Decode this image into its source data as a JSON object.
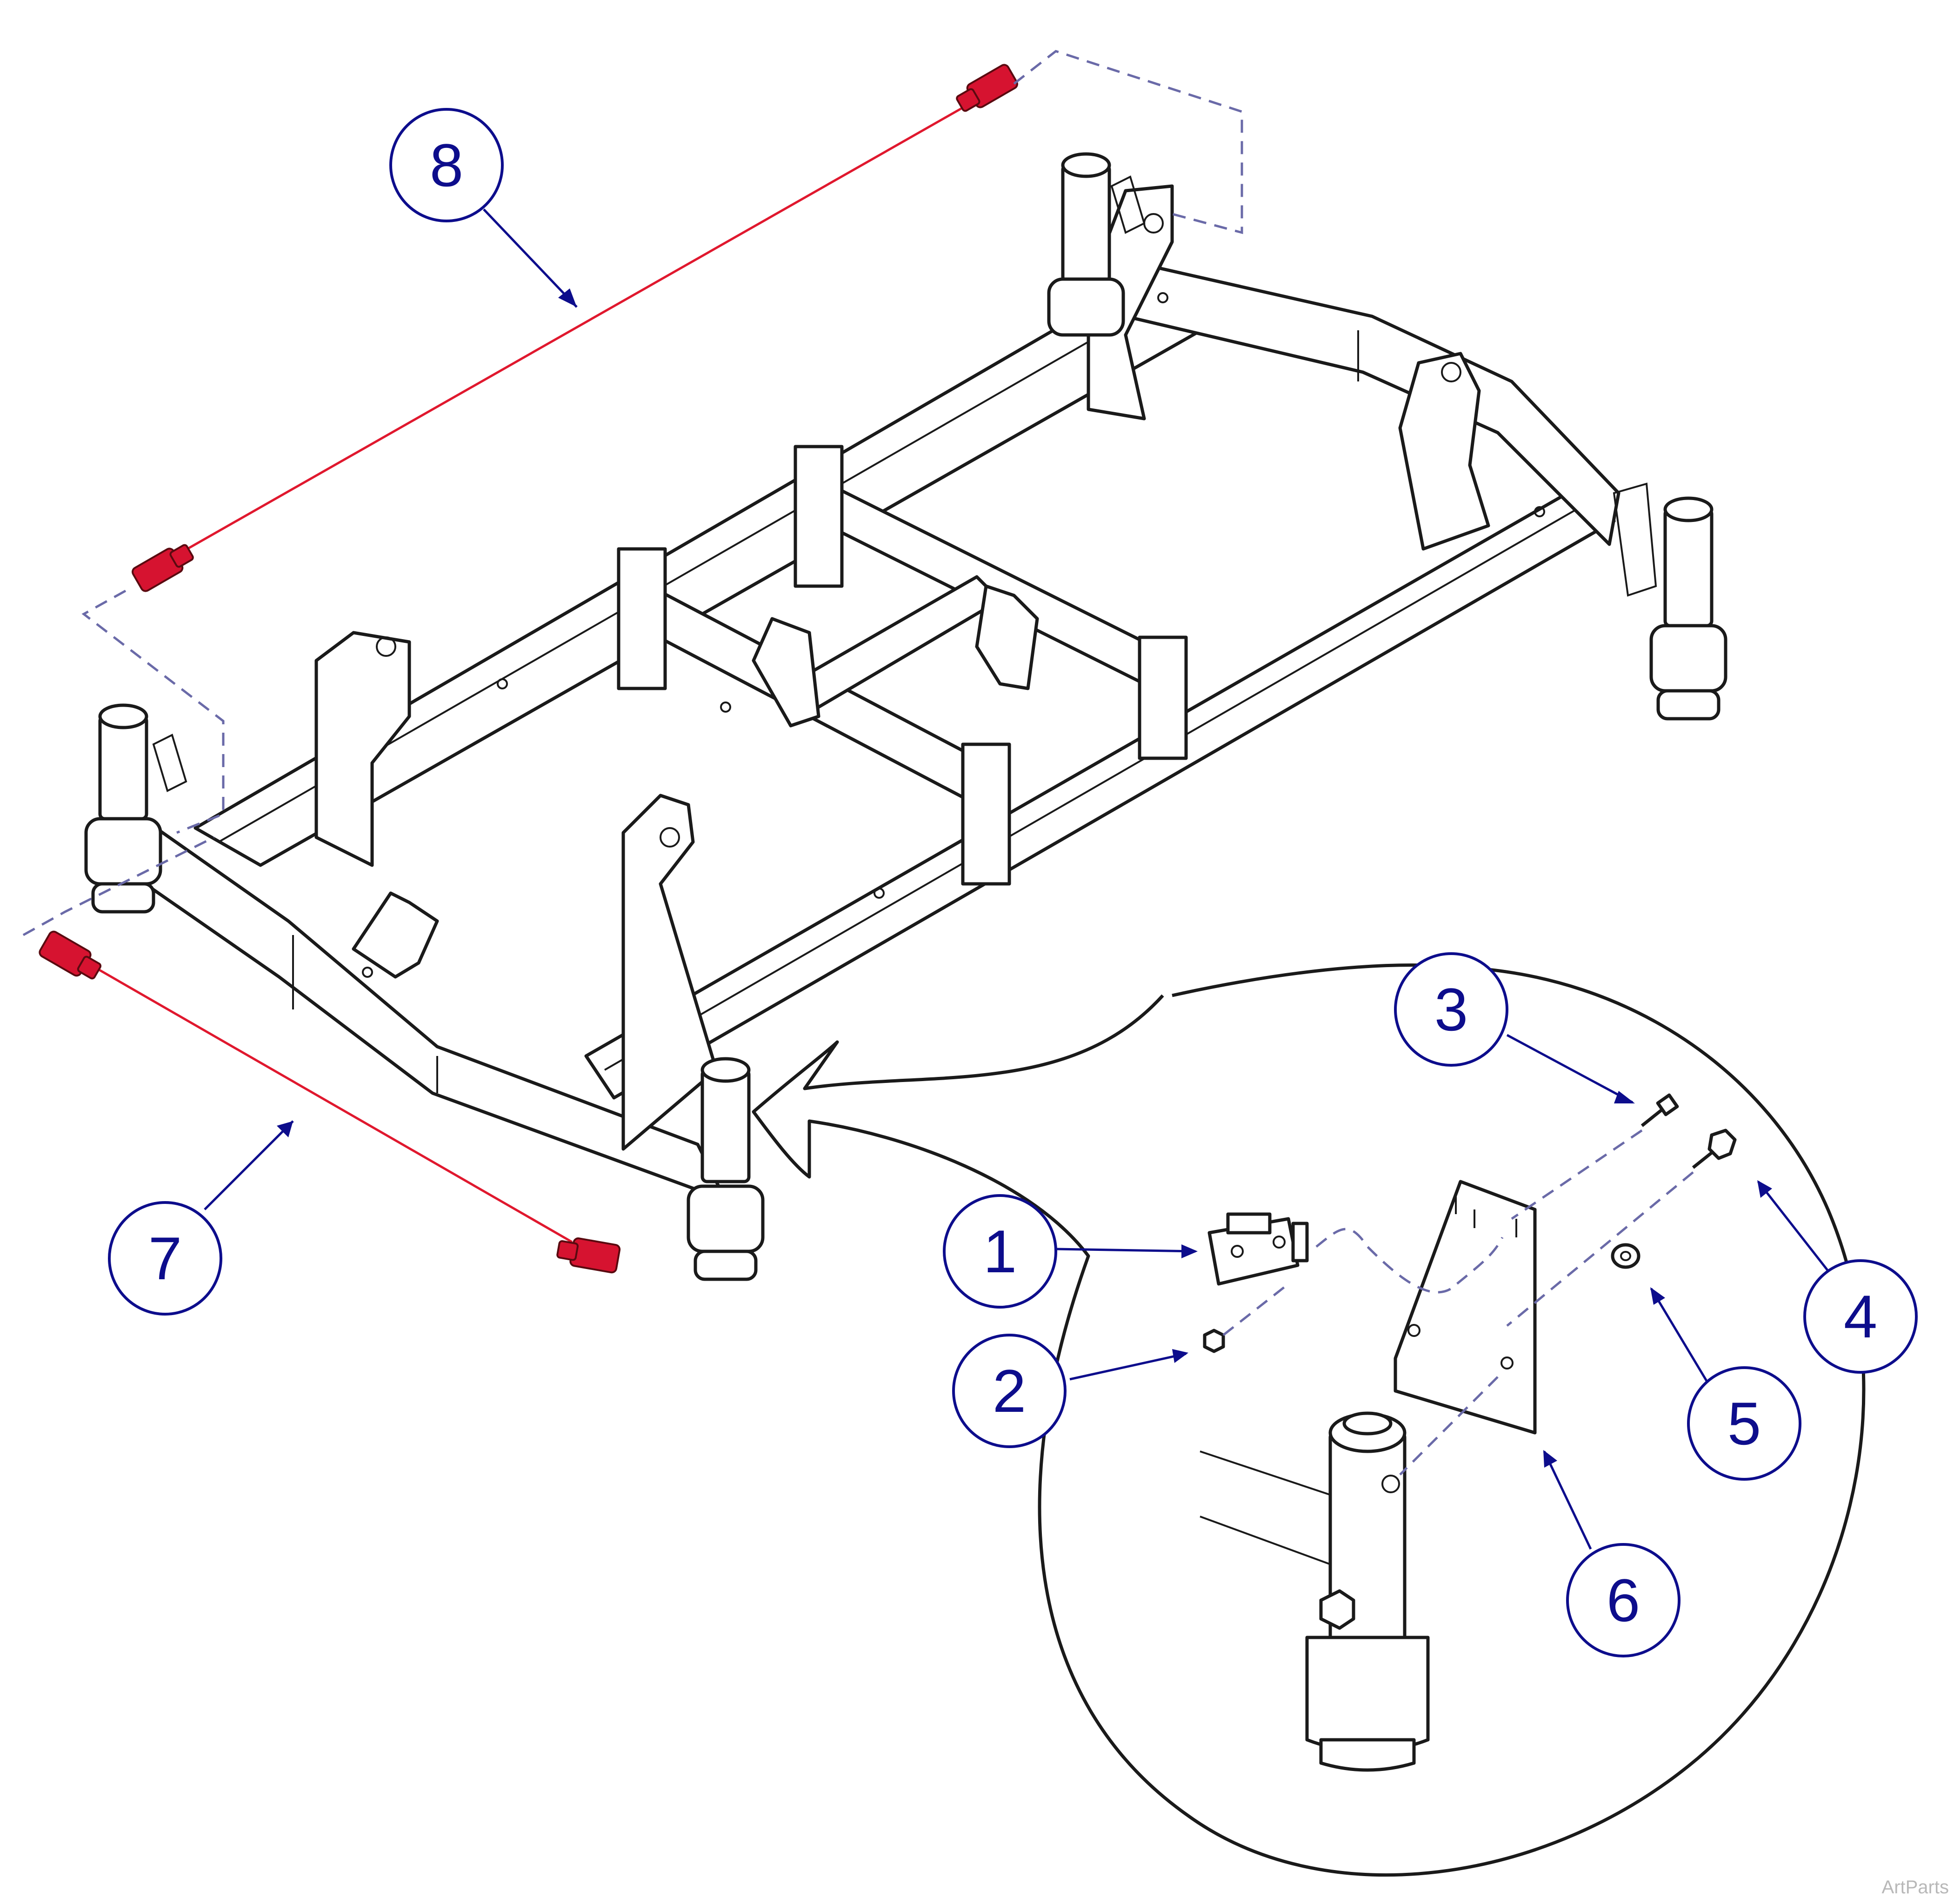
{
  "callouts": [
    "1",
    "2",
    "3",
    "4",
    "5",
    "6",
    "7",
    "8"
  ],
  "watermark": "ArtParts",
  "colors": {
    "callout": "#0d0d8c",
    "cable": "#e0182e",
    "connector": "#d61330",
    "dash": "#6a6aa8",
    "line": "#1a1a1a"
  }
}
